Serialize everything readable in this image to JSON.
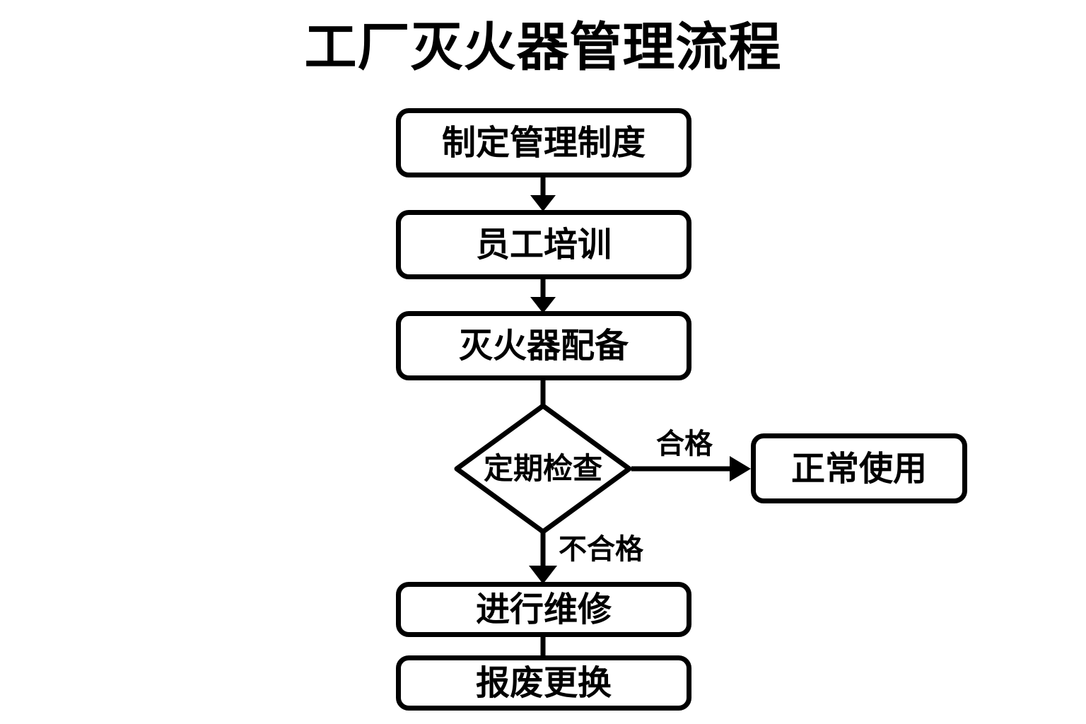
{
  "diagram": {
    "title": "工厂灭火器管理流程",
    "type": "flowchart",
    "colors": {
      "stroke": "#000000",
      "fill": "#ffffff",
      "text": "#000000",
      "background": "#ffffff"
    },
    "nodes": [
      {
        "id": "policy",
        "shape": "rounded-rect",
        "label": "制定管理制度"
      },
      {
        "id": "training",
        "shape": "rounded-rect",
        "label": "员工培训"
      },
      {
        "id": "equip",
        "shape": "rounded-rect",
        "label": "灭火器配备"
      },
      {
        "id": "inspect",
        "shape": "diamond",
        "label": "定期检查"
      },
      {
        "id": "normal",
        "shape": "rounded-rect",
        "label": "正常使用"
      },
      {
        "id": "repair",
        "shape": "rounded-rect",
        "label": "进行维修"
      },
      {
        "id": "scrap",
        "shape": "rounded-rect",
        "label": "报废更换"
      }
    ],
    "edges": [
      {
        "from": "policy",
        "to": "training",
        "label": "",
        "arrow": true
      },
      {
        "from": "training",
        "to": "equip",
        "label": "",
        "arrow": true
      },
      {
        "from": "equip",
        "to": "inspect",
        "label": "",
        "arrow": false
      },
      {
        "from": "inspect",
        "to": "normal",
        "label": "合格",
        "arrow": true
      },
      {
        "from": "inspect",
        "to": "repair",
        "label": "不合格",
        "arrow": true
      },
      {
        "from": "repair",
        "to": "scrap",
        "label": "",
        "arrow": false
      }
    ],
    "edge_labels": {
      "pass": "合格",
      "fail": "不合格"
    }
  }
}
